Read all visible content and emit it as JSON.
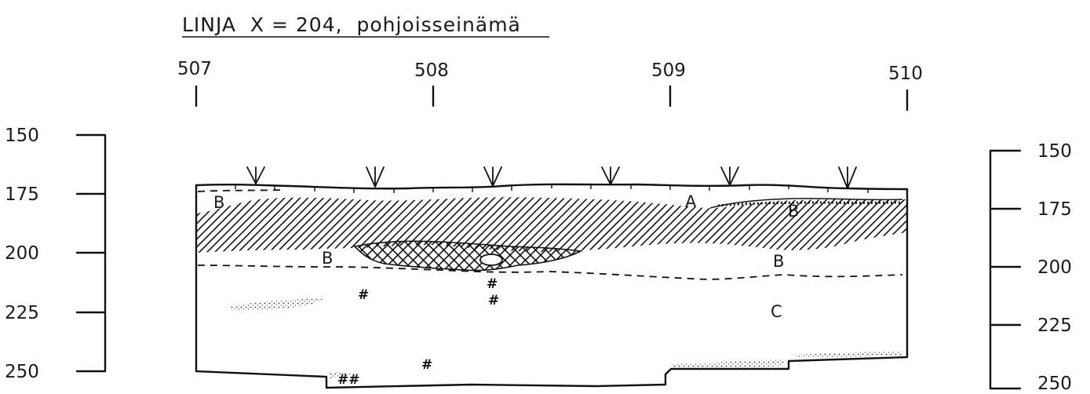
{
  "title": "LINJA  X = 204,  pohjoisseinämä",
  "x_ticks": [
    "507",
    "508",
    "509",
    "510"
  ],
  "y_ticks_left": [
    "150",
    "175",
    "200",
    "225",
    "250"
  ],
  "y_ticks_right": [
    "150",
    "175",
    "200",
    "225",
    "250"
  ],
  "layer_labels": {
    "a": "A",
    "b_upper_left": "B",
    "b_middle": "B",
    "b_upper_right": "B",
    "b_right": "B",
    "c": "C"
  }
}
